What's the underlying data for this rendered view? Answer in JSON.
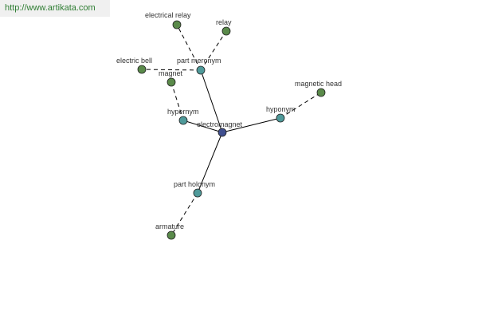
{
  "header": {
    "url": "http://www.artikata.com"
  },
  "colors": {
    "background": "#ffffff",
    "url_text": "#2e7d32",
    "url_bg": "#f0f0f0",
    "center_node": "#3f4f8f",
    "relation_node": "#4f9a9a",
    "leaf_node": "#5a8a4a",
    "edge": "#000000",
    "label": "#333333"
  },
  "graph": {
    "center": {
      "id": "electromagnet",
      "label": "electromagnet"
    },
    "relations": [
      {
        "id": "part-meronym",
        "label": "part meronym"
      },
      {
        "id": "hypernym",
        "label": "hypernym"
      },
      {
        "id": "hyponym",
        "label": "hyponym"
      },
      {
        "id": "part-holonym",
        "label": "part holonym"
      }
    ],
    "leaves": [
      {
        "id": "electrical-relay",
        "label": "electrical relay",
        "relation": "part-meronym"
      },
      {
        "id": "relay",
        "label": "relay",
        "relation": "part-meronym"
      },
      {
        "id": "electric-bell",
        "label": "electric bell",
        "relation": "part-meronym"
      },
      {
        "id": "magnet",
        "label": "magnet",
        "relation": "hypernym"
      },
      {
        "id": "magnetic-head",
        "label": "magnetic head",
        "relation": "hyponym"
      },
      {
        "id": "armature",
        "label": "armature",
        "relation": "part-holonym"
      }
    ]
  }
}
